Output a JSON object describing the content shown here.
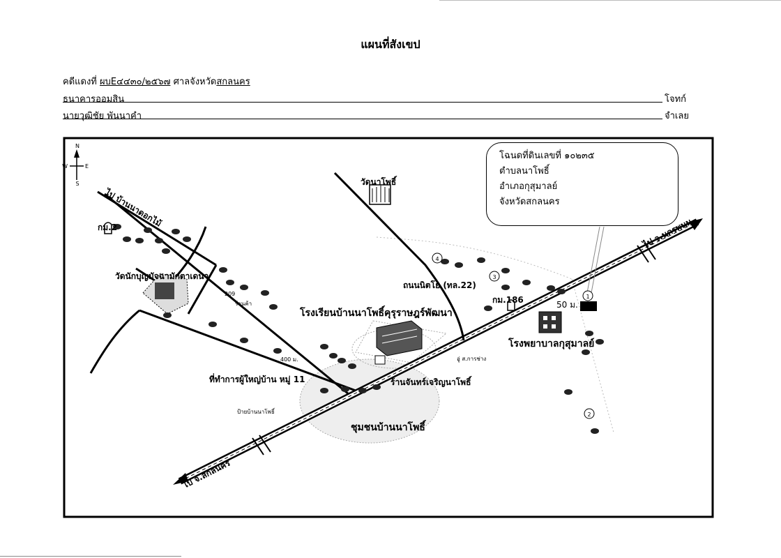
{
  "document": {
    "title": "แผนที่สังเขป",
    "case_label": "คดีแดงที่",
    "case_number": "ผบE๔๔๓๐/๒๕๖๗",
    "court_prefix": "ศาลจังหวัด",
    "court_province": "สกลนคร",
    "plaintiff_name": "ธนาคารออมสิน",
    "plaintiff_role": "โจทก์",
    "defendant_name": "นายวุฒิชัย พันนาคำ",
    "defendant_role": "จำเลย"
  },
  "deed_box": {
    "line1": "โฉนดที่ดินเลขที่ ๑๐๒๓๕",
    "line2": "ตำบลนาโพธิ์",
    "line3": "อำเภอกุสุมาลย์",
    "line4": "จังหวัดสกลนคร"
  },
  "compass": {
    "n": "N",
    "s": "S",
    "w": "W",
    "e": "E"
  },
  "map_labels": {
    "to_ban_nakok": "ไป บ้านนาดอกไม้",
    "km2": "กม.2",
    "wat_nakhon": "วัดนักบุญมัจฉามักตาเดนา",
    "km209": "209",
    "ban_kha": "ร้านค้า",
    "wat_naphot": "วัดนาโพธิ์",
    "road_name": "ถนนนิตโย (ทล.22)",
    "km186": "กม.186",
    "dist_50": "50 ม.",
    "hospital": "โรงพยาบาลกุสุมาลย์",
    "school": "โรงเรียนบ้านนาโพธิ์คุรุราษฎร์พัฒนา",
    "garage": "อู่ ส.การช่าง",
    "dist_400": "400 ม.",
    "village_office": "ที่ทำการผู้ใหญ่บ้าน หมู่ 11",
    "shop_charoen": "ร้านจันทร์เจริญนาโพธิ์",
    "ban_sign": "ป้ายบ้านนาโพธิ์",
    "community": "ชุมชนบ้านนาโพธิ์",
    "to_sakon": "ไป จ.สกลนคร",
    "to_nakhon_phanom": "ไป จ.นครพนม",
    "marker1": "1",
    "marker2": "2",
    "marker3": "3",
    "marker4": "4"
  }
}
